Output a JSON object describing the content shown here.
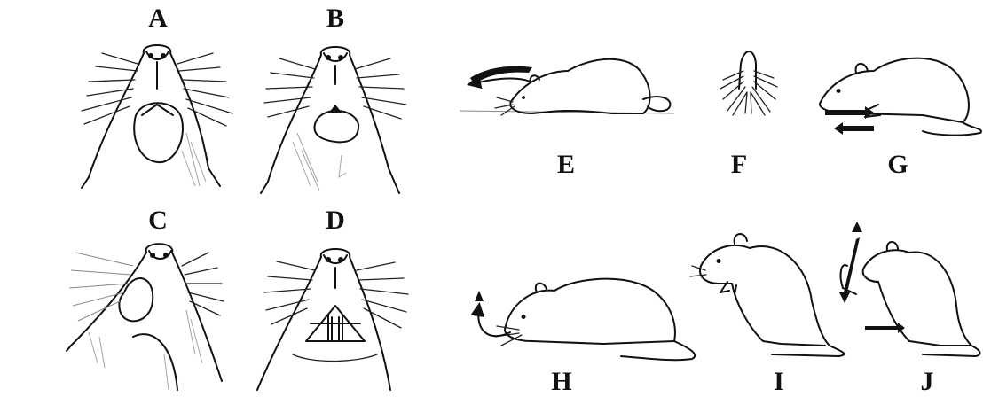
{
  "figure": {
    "panels": [
      {
        "id": "A",
        "label": "A",
        "view": "ventral head, jaw pocket open"
      },
      {
        "id": "B",
        "label": "B",
        "view": "ventral head, tongue protruded"
      },
      {
        "id": "C",
        "label": "C",
        "view": "ventral head, lateral shading"
      },
      {
        "id": "D",
        "label": "D",
        "view": "ventral head, incisors visible"
      },
      {
        "id": "E",
        "label": "E",
        "view": "rat lying, curved arrow forward"
      },
      {
        "id": "F",
        "label": "F",
        "view": "head from front, whiskers"
      },
      {
        "id": "G",
        "label": "G",
        "view": "rat with forepaw arrows"
      },
      {
        "id": "H",
        "label": "H",
        "view": "rat head turned, curved arrow"
      },
      {
        "id": "I",
        "label": "I",
        "view": "rat sitting, mouth open"
      },
      {
        "id": "J",
        "label": "J",
        "view": "rat grooming, vertical arrow"
      }
    ]
  }
}
